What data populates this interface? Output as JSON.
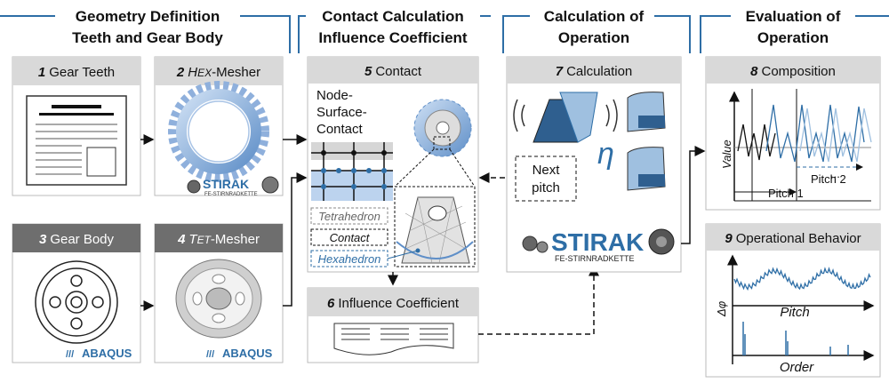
{
  "columns": {
    "c1": [
      "Geometry Definition",
      "Teeth and Gear Body"
    ],
    "c2": [
      "Contact Calculation",
      "Influence Coefficient"
    ],
    "c3": [
      "Calculation of",
      "Operation"
    ],
    "c4": [
      "Evaluation of",
      "Operation"
    ]
  },
  "boxes": {
    "b1": {
      "num": "1",
      "label": "Gear Teeth"
    },
    "b2": {
      "num": "2",
      "label_a": "H",
      "label_b": "EX",
      "label_c": "-Mesher"
    },
    "b3": {
      "num": "3",
      "label": "Gear Body"
    },
    "b4": {
      "num": "4",
      "label_a": "T",
      "label_b": "ET",
      "label_c": "-Mesher"
    },
    "b5": {
      "num": "5",
      "label": "Contact"
    },
    "b6": {
      "num": "6",
      "label": "Influence Coefficient"
    },
    "b7": {
      "num": "7",
      "label": "Calculation"
    },
    "b8": {
      "num": "8",
      "label": "Composition"
    },
    "b9": {
      "num": "9",
      "label": "Operational Behavior"
    }
  },
  "contact": {
    "node_lines": [
      "Node-",
      "Surface-",
      "Contact"
    ],
    "tetrahedron": "Tetrahedron",
    "contact": "Contact",
    "hexahedron": "Hexahedron"
  },
  "calc": {
    "next_pitch": [
      "Next",
      "pitch"
    ],
    "eta": "η"
  },
  "composition": {
    "value": "Value",
    "pitch1": "Pitch 1",
    "pitch2": "Pitch 2",
    "dots": "..."
  },
  "operational": {
    "pitch": "Pitch",
    "order": "Order",
    "dphi": "Δφ"
  },
  "logos": {
    "stirak": "STIRAK",
    "stirak_sub": "FE-STIRNRADKETTE",
    "abaqus": "ABAQUS",
    "abaqus_mark": "///"
  },
  "colors": {
    "header_gray": "#d9d9d9",
    "header_dark": "#6e6e6e",
    "accent_blue": "#2e6ea6",
    "light_blue": "#9fc0e0"
  }
}
